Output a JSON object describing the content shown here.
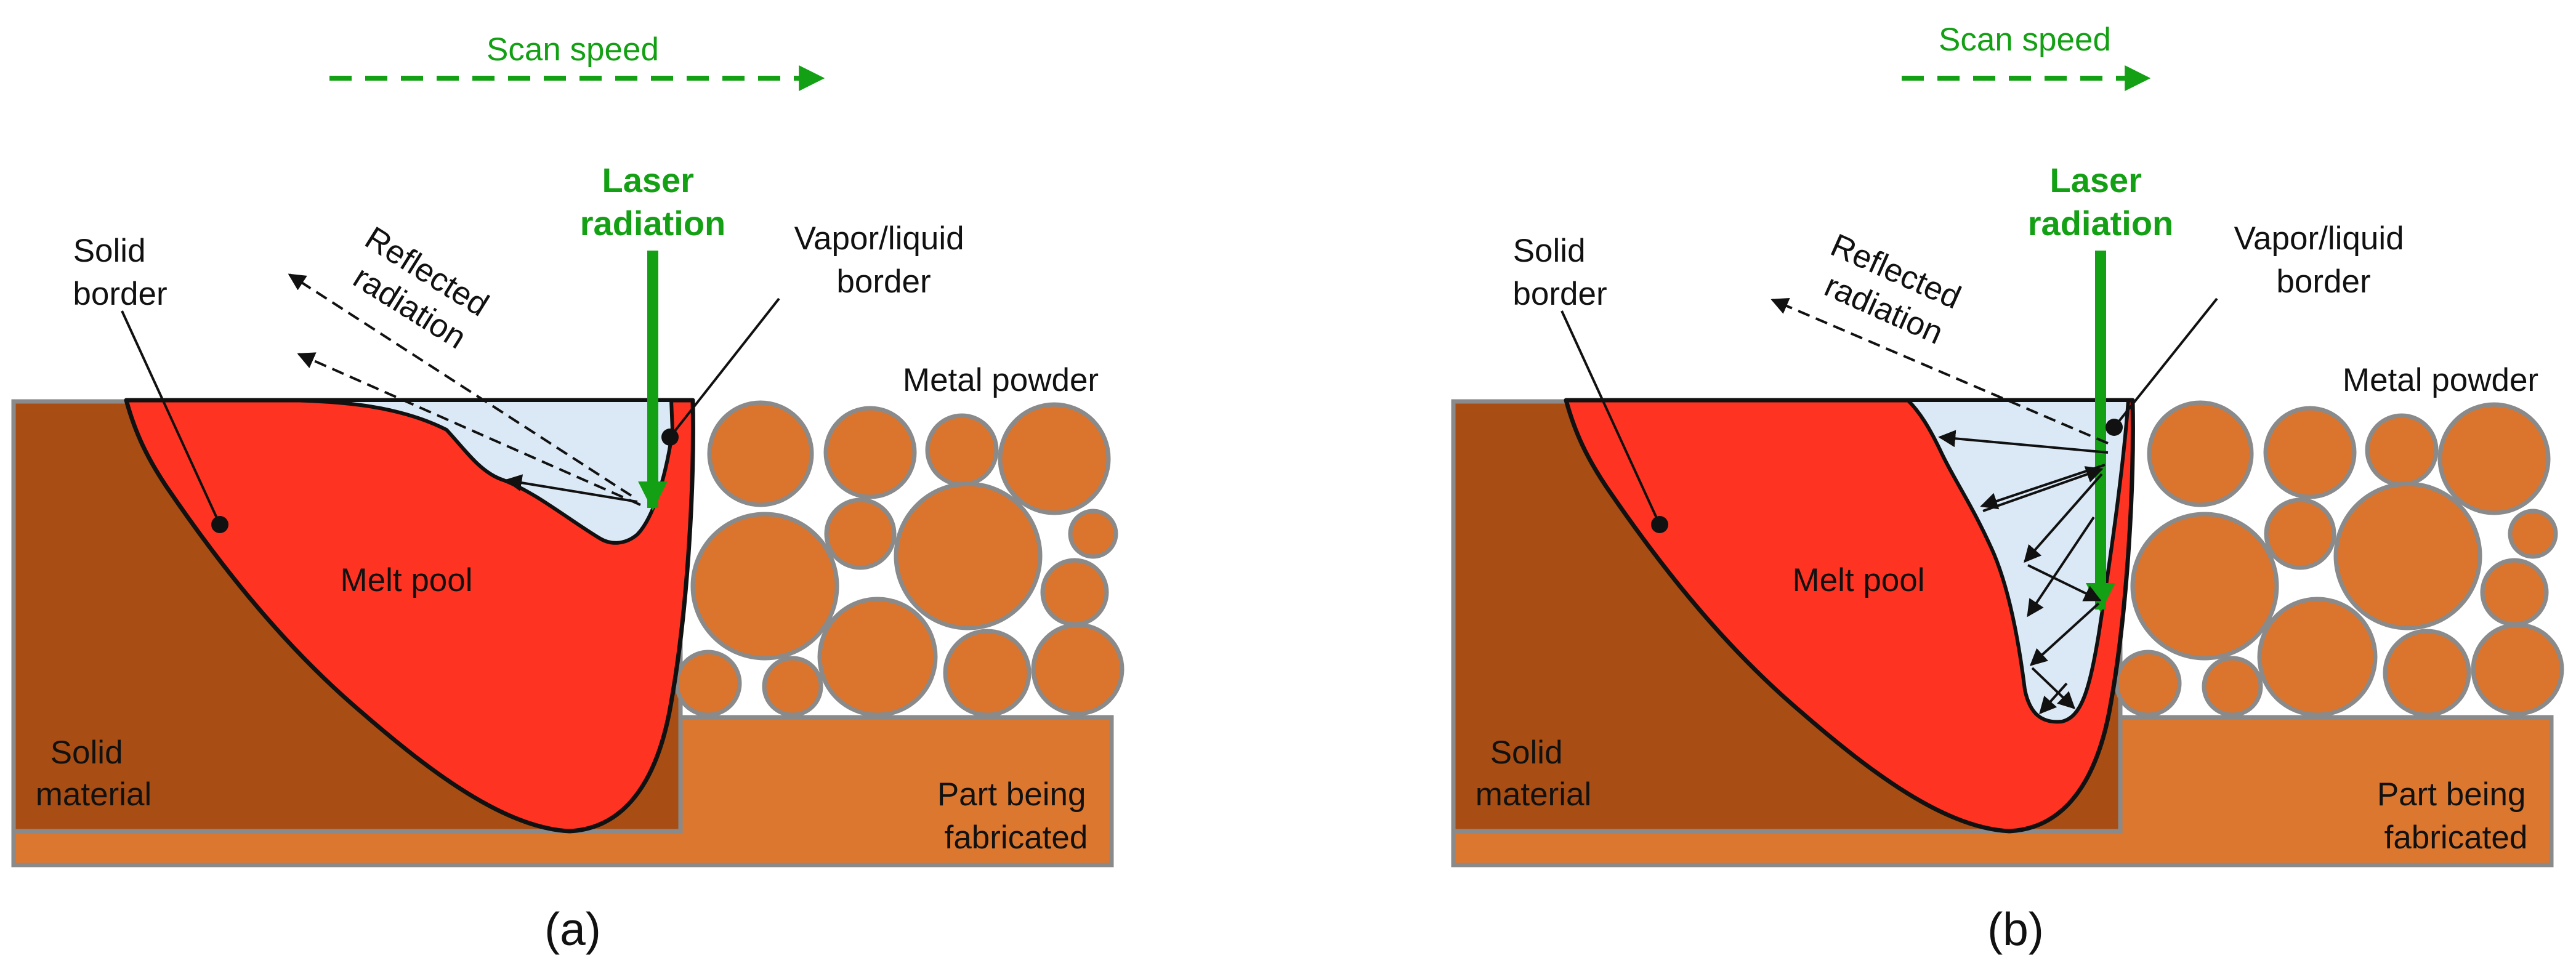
{
  "colors": {
    "solid_material": "#a84d14",
    "melt_pool": "#ff3322",
    "vapor": "#dbe9f6",
    "powder": "#db742d",
    "part": "#dc772f",
    "laser": "#14a014",
    "outline": "#8a8a8a"
  },
  "panels": [
    {
      "caption": "(a)",
      "scan_speed": "Scan speed",
      "laser_radiation": [
        "Laser",
        "radiation"
      ],
      "reflected_radiation": [
        "Reflected",
        "radiation"
      ],
      "solid_border": [
        "Solid",
        "border"
      ],
      "vapor_liquid_border": [
        "Vapor/liquid",
        "border"
      ],
      "metal_powder": "Metal powder",
      "melt_pool": "Melt pool",
      "solid_material": [
        "Solid",
        "material"
      ],
      "part_being_fabricated": [
        "Part being",
        "fabricated"
      ]
    },
    {
      "caption": "(b)",
      "scan_speed": "Scan speed",
      "laser_radiation": [
        "Laser",
        "radiation"
      ],
      "reflected_radiation": [
        "Reflected",
        "radiation"
      ],
      "solid_border": [
        "Solid",
        "border"
      ],
      "vapor_liquid_border": [
        "Vapor/liquid",
        "border"
      ],
      "metal_powder": "Metal powder",
      "melt_pool": "Melt pool",
      "solid_material": [
        "Solid",
        "material"
      ],
      "part_being_fabricated": [
        "Part being",
        "fabricated"
      ]
    }
  ]
}
